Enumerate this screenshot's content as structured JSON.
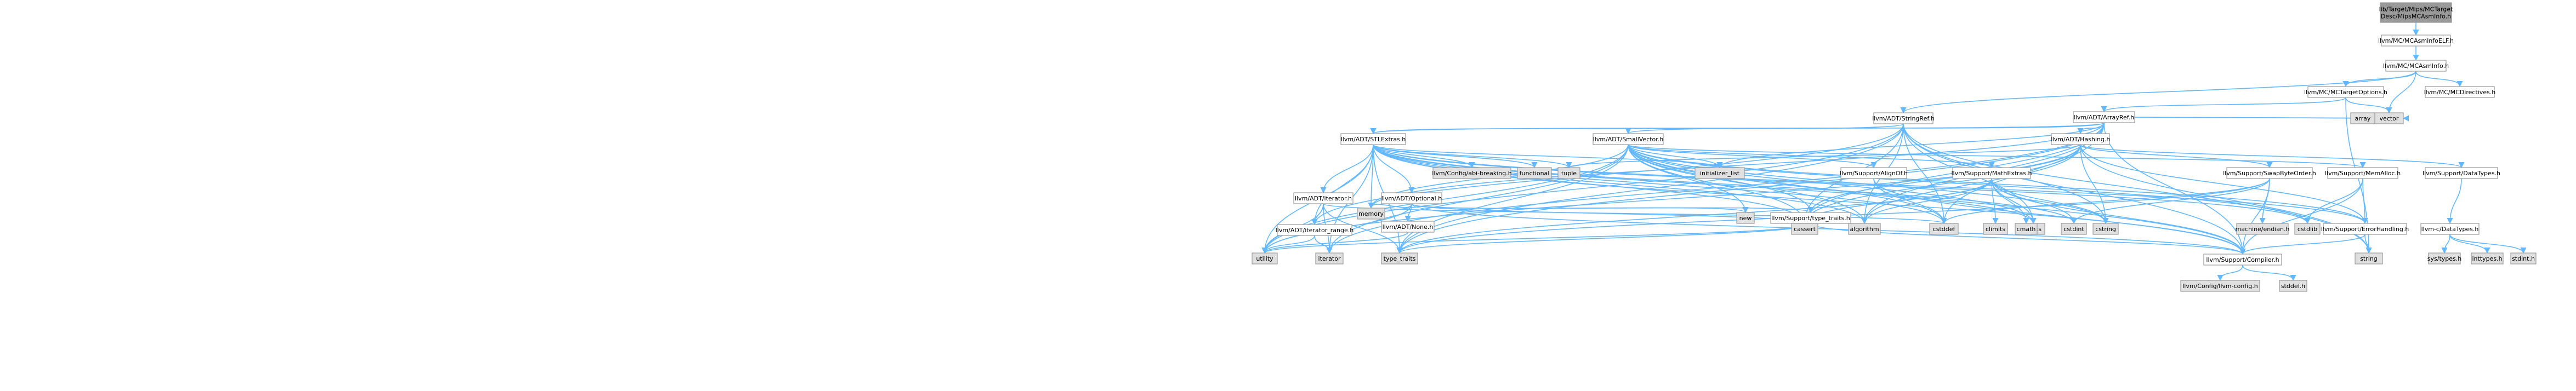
{
  "colors": {
    "root_fill": "#999999",
    "file_fill": "#ffffff",
    "system_fill": "#e0e0e0",
    "border": "#999999",
    "edge": "#63b8ff",
    "text": "#000000"
  },
  "nodes": [
    {
      "id": "root",
      "line1": "lib/Target/Mips/MCTarget",
      "line2": "Desc/MipsMCAsmInfo.h",
      "kind": "root"
    },
    {
      "id": "mcasminfoelf",
      "line1": "llvm/MC/MCAsmInfoELF.h",
      "kind": "file"
    },
    {
      "id": "mcasminfo",
      "line1": "llvm/MC/MCAsmInfo.h",
      "kind": "file"
    },
    {
      "id": "mctargetoptions",
      "line1": "llvm/MC/MCTargetOptions.h",
      "kind": "file"
    },
    {
      "id": "mcdirectives",
      "line1": "llvm/MC/MCDirectives.h",
      "kind": "file"
    },
    {
      "id": "vector",
      "line1": "vector",
      "kind": "system"
    },
    {
      "id": "arrayref",
      "line1": "llvm/ADT/ArrayRef.h",
      "kind": "file"
    },
    {
      "id": "stringref",
      "line1": "llvm/ADT/StringRef.h",
      "kind": "file"
    },
    {
      "id": "string",
      "line1": "string",
      "kind": "system"
    },
    {
      "id": "array",
      "line1": "array",
      "kind": "system"
    },
    {
      "id": "stlextras",
      "line1": "llvm/ADT/STLExtras.h",
      "kind": "file"
    },
    {
      "id": "smallvector",
      "line1": "llvm/ADT/SmallVector.h",
      "kind": "file"
    },
    {
      "id": "hashing",
      "line1": "llvm/ADT/Hashing.h",
      "kind": "file"
    },
    {
      "id": "abibreaking",
      "line1": "llvm/Config/abi-breaking.h",
      "kind": "system"
    },
    {
      "id": "functional",
      "line1": "functional",
      "kind": "system"
    },
    {
      "id": "tuple",
      "line1": "tuple",
      "kind": "system"
    },
    {
      "id": "initlist",
      "line1": "initializer_list",
      "kind": "system"
    },
    {
      "id": "adtiterator",
      "line1": "llvm/ADT/iterator.h",
      "kind": "file"
    },
    {
      "id": "iterrange",
      "line1": "llvm/ADT/iterator_range.h",
      "kind": "file"
    },
    {
      "id": "optional",
      "line1": "llvm/ADT/Optional.h",
      "kind": "file"
    },
    {
      "id": "none",
      "line1": "llvm/ADT/None.h",
      "kind": "file"
    },
    {
      "id": "memory",
      "line1": "memory",
      "kind": "system"
    },
    {
      "id": "new",
      "line1": "new",
      "kind": "system"
    },
    {
      "id": "cassert",
      "line1": "cassert",
      "kind": "system"
    },
    {
      "id": "algorithm",
      "line1": "algorithm",
      "kind": "system"
    },
    {
      "id": "cstddef",
      "line1": "cstddef",
      "kind": "system"
    },
    {
      "id": "typetraitsh",
      "line1": "llvm/Support/type_traits.h",
      "kind": "file"
    },
    {
      "id": "limits",
      "line1": "limits",
      "kind": "system"
    },
    {
      "id": "alignof",
      "line1": "llvm/Support/AlignOf.h",
      "kind": "file"
    },
    {
      "id": "mathextras",
      "line1": "llvm/Support/MathExtras.h",
      "kind": "file"
    },
    {
      "id": "swapbyteorder",
      "line1": "llvm/Support/SwapByteOrder.h",
      "kind": "file"
    },
    {
      "id": "memalloc",
      "line1": "llvm/Support/MemAlloc.h",
      "kind": "file"
    },
    {
      "id": "datatypes",
      "line1": "llvm/Support/DataTypes.h",
      "kind": "file"
    },
    {
      "id": "climits",
      "line1": "climits",
      "kind": "system"
    },
    {
      "id": "cmath",
      "line1": "cmath",
      "kind": "system"
    },
    {
      "id": "cstdint",
      "line1": "cstdint",
      "kind": "system"
    },
    {
      "id": "cstring",
      "line1": "cstring",
      "kind": "system"
    },
    {
      "id": "machineendian",
      "line1": "machine/endian.h",
      "kind": "system"
    },
    {
      "id": "cstdlib",
      "line1": "cstdlib",
      "kind": "system"
    },
    {
      "id": "errorhandling",
      "line1": "llvm/Support/ErrorHandling.h",
      "kind": "file"
    },
    {
      "id": "compiler",
      "line1": "llvm/Support/Compiler.h",
      "kind": "file"
    },
    {
      "id": "cdatatypes",
      "line1": "llvm-c/DataTypes.h",
      "kind": "file"
    },
    {
      "id": "systypes",
      "line1": "sys/types.h",
      "kind": "system"
    },
    {
      "id": "inttypes",
      "line1": "inttypes.h",
      "kind": "system"
    },
    {
      "id": "stdint",
      "line1": "stdint.h",
      "kind": "system"
    },
    {
      "id": "utility",
      "line1": "utility",
      "kind": "system"
    },
    {
      "id": "iterator",
      "line1": "iterator",
      "kind": "system"
    },
    {
      "id": "typetraits",
      "line1": "type_traits",
      "kind": "system"
    },
    {
      "id": "llvmconfig",
      "line1": "llvm/Config/llvm-config.h",
      "kind": "system"
    },
    {
      "id": "stddef",
      "line1": "stddef.h",
      "kind": "system"
    }
  ],
  "edges": [
    [
      "root",
      "mcasminfoelf"
    ],
    [
      "mcasminfoelf",
      "mcasminfo"
    ],
    [
      "mcasminfo",
      "mctargetoptions"
    ],
    [
      "mcasminfo",
      "mcdirectives"
    ],
    [
      "mcasminfo",
      "vector"
    ],
    [
      "mcasminfo",
      "stringref"
    ],
    [
      "mctargetoptions",
      "arrayref"
    ],
    [
      "mctargetoptions",
      "string"
    ],
    [
      "mctargetoptions",
      "vector"
    ],
    [
      "arrayref",
      "hashing"
    ],
    [
      "arrayref",
      "smallvector"
    ],
    [
      "arrayref",
      "stlextras"
    ],
    [
      "arrayref",
      "compiler"
    ],
    [
      "arrayref",
      "algorithm"
    ],
    [
      "arrayref",
      "array"
    ],
    [
      "arrayref",
      "cassert"
    ],
    [
      "arrayref",
      "cstddef"
    ],
    [
      "arrayref",
      "initlist"
    ],
    [
      "arrayref",
      "iterator"
    ],
    [
      "arrayref",
      "memory"
    ],
    [
      "arrayref",
      "typetraits"
    ],
    [
      "arrayref",
      "vector"
    ],
    [
      "stringref",
      "stlextras"
    ],
    [
      "stringref",
      "iterrange"
    ],
    [
      "stringref",
      "compiler"
    ],
    [
      "stringref",
      "algorithm"
    ],
    [
      "stringref",
      "cassert"
    ],
    [
      "stringref",
      "cstddef"
    ],
    [
      "stringref",
      "cstring"
    ],
    [
      "stringref",
      "limits"
    ],
    [
      "stringref",
      "string"
    ],
    [
      "stringref",
      "typetraits"
    ],
    [
      "stringref",
      "utility"
    ],
    [
      "stlextras",
      "abibreaking"
    ],
    [
      "stlextras",
      "optional"
    ],
    [
      "stlextras",
      "adtiterator"
    ],
    [
      "stlextras",
      "iterrange"
    ],
    [
      "stlextras",
      "compiler"
    ],
    [
      "stlextras",
      "errorhandling"
    ],
    [
      "stlextras",
      "algorithm"
    ],
    [
      "stlextras",
      "cassert"
    ],
    [
      "stlextras",
      "cstddef"
    ],
    [
      "stlextras",
      "cstdint"
    ],
    [
      "stlextras",
      "cstdlib"
    ],
    [
      "stlextras",
      "functional"
    ],
    [
      "stlextras",
      "initlist"
    ],
    [
      "stlextras",
      "iterator"
    ],
    [
      "stlextras",
      "limits"
    ],
    [
      "stlextras",
      "memory"
    ],
    [
      "stlextras",
      "tuple"
    ],
    [
      "stlextras",
      "typetraits"
    ],
    [
      "stlextras",
      "utility"
    ],
    [
      "smallvector",
      "alignof"
    ],
    [
      "smallvector",
      "compiler"
    ],
    [
      "smallvector",
      "mathextras"
    ],
    [
      "smallvector",
      "memalloc"
    ],
    [
      "smallvector",
      "typetraitsh"
    ],
    [
      "smallvector",
      "errorhandling"
    ],
    [
      "smallvector",
      "algorithm"
    ],
    [
      "smallvector",
      "cassert"
    ],
    [
      "smallvector",
      "cstddef"
    ],
    [
      "smallvector",
      "cstdlib"
    ],
    [
      "smallvector",
      "cstring"
    ],
    [
      "smallvector",
      "initlist"
    ],
    [
      "smallvector",
      "iterator"
    ],
    [
      "smallvector",
      "limits"
    ],
    [
      "smallvector",
      "memory"
    ],
    [
      "smallvector",
      "new"
    ],
    [
      "smallvector",
      "typetraits"
    ],
    [
      "smallvector",
      "utility"
    ],
    [
      "hashing",
      "datatypes"
    ],
    [
      "hashing",
      "errorhandling"
    ],
    [
      "hashing",
      "swapbyteorder"
    ],
    [
      "hashing",
      "typetraitsh"
    ],
    [
      "hashing",
      "algorithm"
    ],
    [
      "hashing",
      "cassert"
    ],
    [
      "hashing",
      "cstring"
    ],
    [
      "hashing",
      "string"
    ],
    [
      "hashing",
      "tuple"
    ],
    [
      "hashing",
      "utility"
    ],
    [
      "adtiterator",
      "iterrange"
    ],
    [
      "adtiterator",
      "cstddef"
    ],
    [
      "adtiterator",
      "iterator"
    ],
    [
      "adtiterator",
      "typetraits"
    ],
    [
      "adtiterator",
      "utility"
    ],
    [
      "iterrange",
      "iterator"
    ],
    [
      "iterrange",
      "utility"
    ],
    [
      "optional",
      "none"
    ],
    [
      "optional",
      "compiler"
    ],
    [
      "optional",
      "typetraitsh"
    ],
    [
      "optional",
      "cassert"
    ],
    [
      "optional",
      "memory"
    ],
    [
      "optional",
      "new"
    ],
    [
      "optional",
      "utility"
    ],
    [
      "none",
      "utility"
    ],
    [
      "typetraitsh",
      "compiler"
    ],
    [
      "typetraitsh",
      "typetraits"
    ],
    [
      "typetraitsh",
      "utility"
    ],
    [
      "alignof",
      "compiler"
    ],
    [
      "alignof",
      "cstddef"
    ],
    [
      "mathextras",
      "compiler"
    ],
    [
      "mathextras",
      "algorithm"
    ],
    [
      "mathextras",
      "cassert"
    ],
    [
      "mathextras",
      "climits"
    ],
    [
      "mathextras",
      "cmath"
    ],
    [
      "mathextras",
      "cstdint"
    ],
    [
      "mathextras",
      "cstring"
    ],
    [
      "mathextras",
      "limits"
    ],
    [
      "mathextras",
      "typetraits"
    ],
    [
      "swapbyteorder",
      "compiler"
    ],
    [
      "swapbyteorder",
      "cstddef"
    ],
    [
      "swapbyteorder",
      "cstdint"
    ],
    [
      "swapbyteorder",
      "typetraits"
    ],
    [
      "swapbyteorder",
      "machineendian"
    ],
    [
      "memalloc",
      "compiler"
    ],
    [
      "memalloc",
      "errorhandling"
    ],
    [
      "memalloc",
      "cstdlib"
    ],
    [
      "datatypes",
      "cdatatypes"
    ],
    [
      "cdatatypes",
      "inttypes"
    ],
    [
      "cdatatypes",
      "systypes"
    ],
    [
      "cdatatypes",
      "stdint"
    ],
    [
      "errorhandling",
      "compiler"
    ],
    [
      "errorhandling",
      "string"
    ],
    [
      "compiler",
      "llvmconfig"
    ],
    [
      "compiler",
      "stddef"
    ]
  ]
}
